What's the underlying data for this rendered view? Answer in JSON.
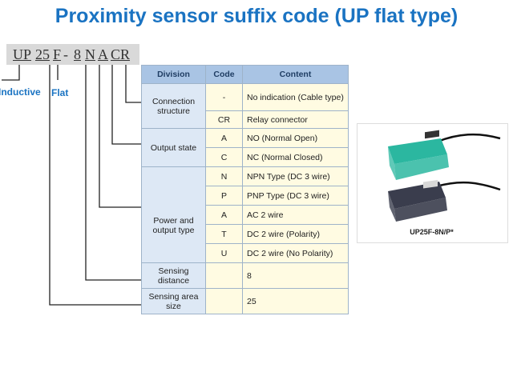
{
  "title": "Proximity sensor suffix code (UP flat type)",
  "suffix_code": {
    "parts": [
      "UP",
      "25",
      "F",
      "-",
      "8",
      "N",
      "A",
      "CR"
    ],
    "labels": {
      "inductive": "Inductive",
      "flat": "Flat"
    }
  },
  "table": {
    "headers": [
      "Division",
      "Code",
      "Content"
    ],
    "groups": [
      {
        "division": "Connection structure",
        "rows": [
          {
            "code": "-",
            "content": "No indication (Cable type)"
          },
          {
            "code": "CR",
            "content": "Relay connector"
          }
        ]
      },
      {
        "division": "Output state",
        "rows": [
          {
            "code": "A",
            "content": "NO (Normal Open)"
          },
          {
            "code": "C",
            "content": "NC (Normal Closed)"
          }
        ]
      },
      {
        "division": "Power and output type",
        "rows": [
          {
            "code": "N",
            "content": "NPN Type (DC 3 wire)"
          },
          {
            "code": "P",
            "content": "PNP Type (DC 3 wire)"
          },
          {
            "code": "A",
            "content": "AC 2 wire"
          },
          {
            "code": "T",
            "content": "DC 2 wire (Polarity)"
          },
          {
            "code": "U",
            "content": "DC 2 wire (No Polarity)"
          }
        ]
      },
      {
        "division": "Sensing distance",
        "rows": [
          {
            "code": "",
            "content": "8"
          }
        ]
      },
      {
        "division": "Sensing area size",
        "rows": [
          {
            "code": "",
            "content": "25"
          }
        ]
      }
    ]
  },
  "product": {
    "caption": "UP25F-8N/P*",
    "colors": {
      "teal": "#2bb7a0",
      "dark": "#3a3d4d"
    }
  }
}
